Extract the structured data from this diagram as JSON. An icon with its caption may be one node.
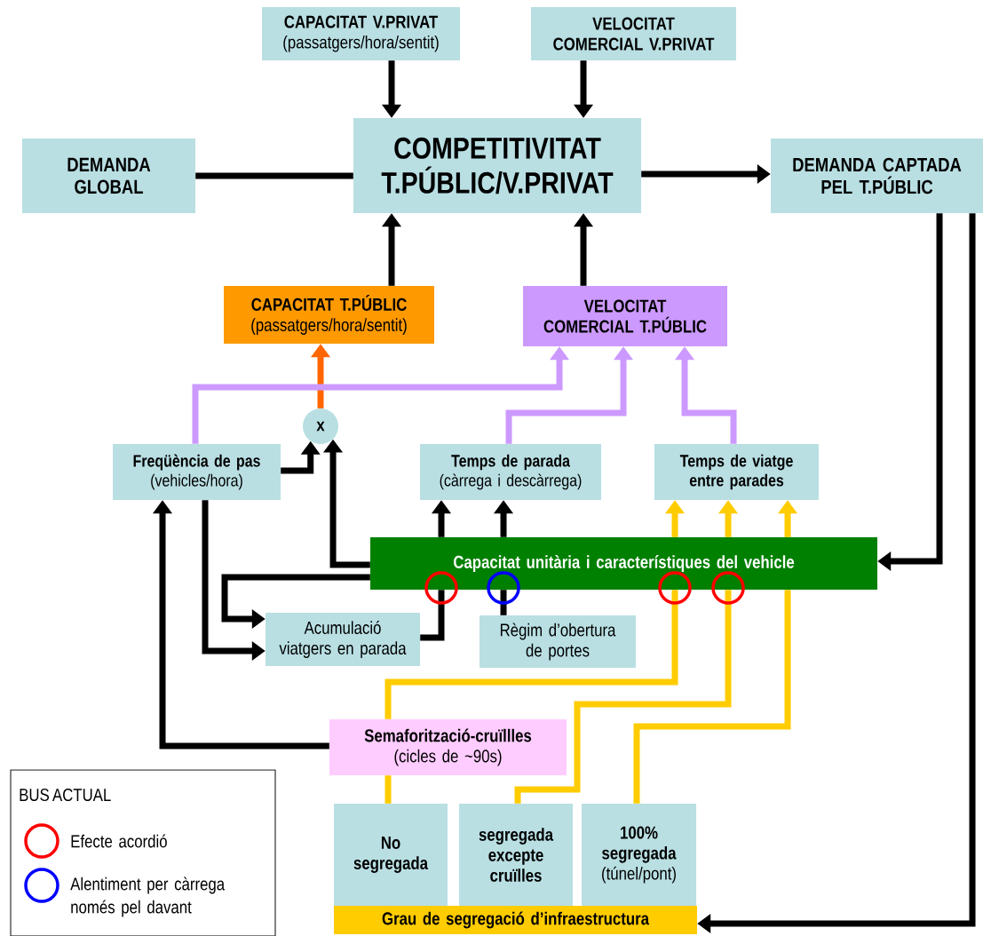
{
  "diagram": {
    "nodes": [
      {
        "text": [
          "CAPACITAT V.PRIVAT",
          "(passatgers/hora/sentit)"
        ]
      },
      {
        "text": [
          "VELOCITAT COMERCIAL V.PRIVAT"
        ]
      },
      {
        "text": [
          "DEMANDA GLOBAL"
        ]
      },
      {
        "text": [
          "COMPETITIVITAT T.PÚBLIC/V.PRIVAT"
        ]
      },
      {
        "text": [
          "DEMANDA CAPTADA PEL T.PÚBLIC"
        ]
      },
      {
        "text": [
          "CAPACITAT T.PÚBLIC",
          "(passatgers/hora/sentit)"
        ]
      },
      {
        "text": [
          "VELOCITAT COMERCIAL T.PÚBLIC"
        ]
      },
      {
        "text": [
          "x"
        ]
      },
      {
        "text": [
          "Freqüència de pas",
          "(vehicles/hora)"
        ]
      },
      {
        "text": [
          "Temps de parada",
          "(càrrega i descàrrega)"
        ]
      },
      {
        "text": [
          "Temps de viatge entre parades"
        ]
      },
      {
        "text": [
          "Capacitat unitària i característiques del vehicle"
        ]
      },
      {
        "text": [
          "Acumulació viatgers en parada"
        ]
      },
      {
        "text": [
          "Règim d’obertura de portes"
        ]
      },
      {
        "text": [
          "Semaforització-cruïllles",
          "(cicles de ~90s)"
        ]
      },
      {
        "text": [
          "No segregada"
        ]
      },
      {
        "text": [
          "segregada excepte cruïlles"
        ]
      },
      {
        "text": [
          "100% segregada",
          "(túnel/pont)"
        ]
      },
      {
        "text": [
          "Grau de segregació d’infraestructura"
        ]
      }
    ],
    "edges": [
      {
        "from": 0,
        "to": 3,
        "arrow": "to"
      },
      {
        "from": 1,
        "to": 3,
        "arrow": "to"
      },
      {
        "from": 2,
        "to": 3,
        "arrow": "none"
      },
      {
        "from": 3,
        "to": 4,
        "arrow": "to"
      },
      {
        "from": 5,
        "to": 3,
        "arrow": "to"
      },
      {
        "from": 6,
        "to": 3,
        "arrow": "to"
      },
      {
        "from": 7,
        "to": 5,
        "arrow": "to",
        "color": "#ff6600"
      },
      {
        "from": 8,
        "to": 6,
        "arrow": "to",
        "color": "#cc99ff"
      },
      {
        "from": 9,
        "to": 6,
        "arrow": "to",
        "color": "#cc99ff"
      },
      {
        "from": 10,
        "to": 6,
        "arrow": "to",
        "color": "#cc99ff"
      },
      {
        "from": 8,
        "to": 7,
        "arrow": "to"
      },
      {
        "from": 11,
        "to": 7,
        "arrow": "to"
      },
      {
        "from": 11,
        "to": 9,
        "arrow": "to"
      },
      {
        "from": 11,
        "to": 9,
        "arrow": "to"
      },
      {
        "from": 11,
        "to": 10,
        "arrow": "to",
        "color": "#ffcc00"
      },
      {
        "from": 11,
        "to": 10,
        "arrow": "to",
        "color": "#ffcc00"
      },
      {
        "from": 11,
        "to": 10,
        "arrow": "to",
        "color": "#ffcc00"
      },
      {
        "from": 4,
        "to": 11,
        "arrow": "to"
      },
      {
        "from": 4,
        "to": 18,
        "arrow": "to"
      },
      {
        "from": 11,
        "to": 12,
        "arrow": "to"
      },
      {
        "from": 8,
        "to": 12,
        "arrow": "to"
      },
      {
        "from": 14,
        "to": 8,
        "arrow": "to"
      },
      {
        "from": 12,
        "to": 11,
        "arrow": "none"
      },
      {
        "from": 13,
        "to": 11,
        "arrow": "none"
      },
      {
        "from": 14,
        "to": 11,
        "arrow": "none",
        "color": "#ffcc00"
      },
      {
        "from": 16,
        "to": 11,
        "arrow": "none",
        "color": "#ffcc00"
      },
      {
        "from": 17,
        "to": 11,
        "arrow": "none",
        "color": "#ffcc00"
      },
      {
        "from": 15,
        "to": 14,
        "arrow": "none",
        "color": "#ffcc00"
      }
    ],
    "labels": [
      "BUS ACTUAL"
    ],
    "legend": [
      {
        "text": "Efecte acordió"
      },
      {
        "text": "Alentiment per càrrega només pel davant"
      }
    ]
  }
}
